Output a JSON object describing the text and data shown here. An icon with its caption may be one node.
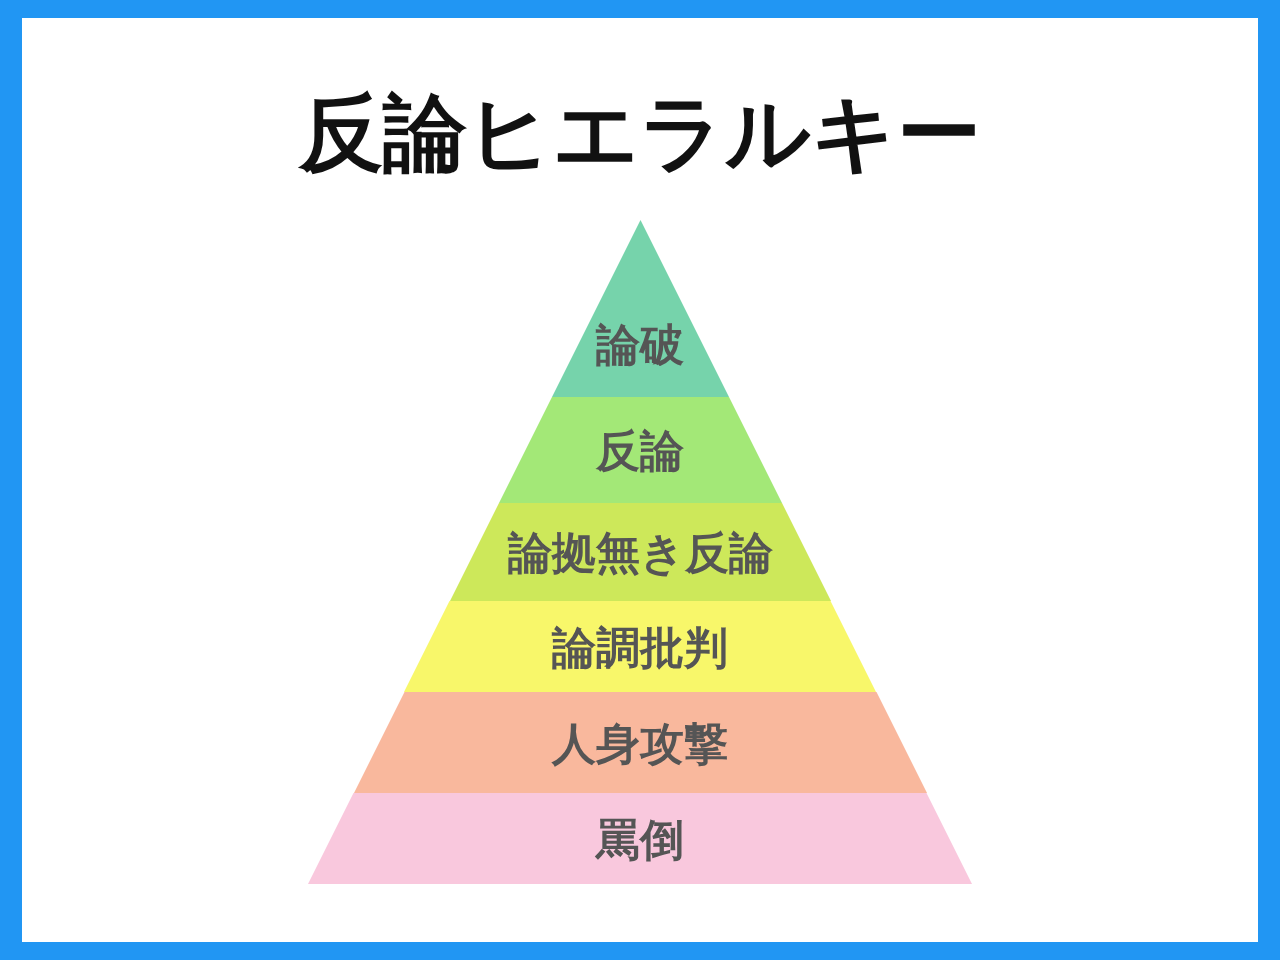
{
  "diagram": {
    "title": "反論ヒエラルキー",
    "nodes": [
      {
        "text": [
          "論破"
        ]
      },
      {
        "text": [
          "反論"
        ]
      },
      {
        "text": [
          "論拠無き反論"
        ]
      },
      {
        "text": [
          "論調批判"
        ]
      },
      {
        "text": [
          "人身攻撃"
        ]
      },
      {
        "text": [
          "罵倒"
        ]
      }
    ]
  }
}
